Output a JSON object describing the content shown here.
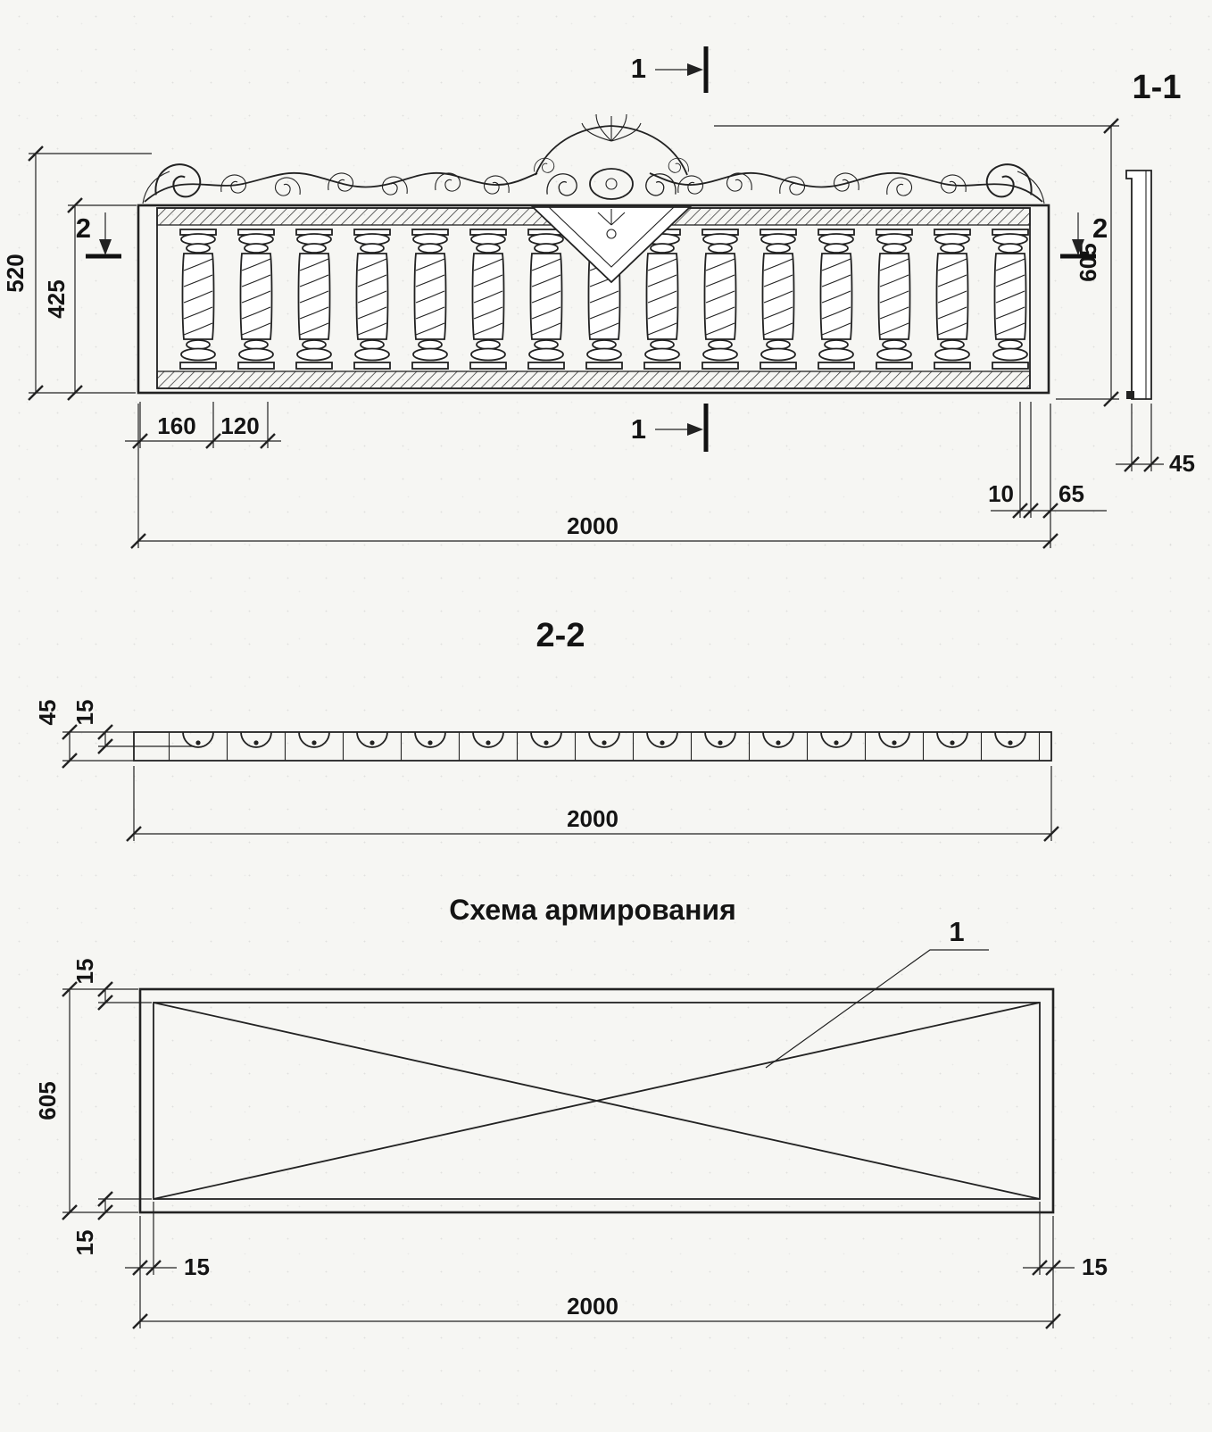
{
  "elevation": {
    "dim_total_height": "520",
    "dim_frame_height": "425",
    "dim_end_offset": "160",
    "dim_baluster_pitch": "120",
    "dim_length": "2000",
    "dim_rail_lip": "10",
    "dim_rail_edge": "65",
    "dim_overall_height": "605",
    "cut_1_top": "1",
    "cut_1_bottom": "1",
    "cut_2_left": "2",
    "cut_2_right": "2"
  },
  "section11": {
    "title": "1-1",
    "dim_thickness": "45"
  },
  "section22": {
    "title": "2-2",
    "dim_thickness": "45",
    "dim_core_offset": "15",
    "dim_length": "2000"
  },
  "reinforcement": {
    "title": "Схема армирования",
    "rebar_mark": "1",
    "dim_height": "605",
    "dim_cover_top": "15",
    "dim_cover_bottom": "15",
    "dim_cover_left": "15",
    "dim_cover_right": "15",
    "dim_length": "2000"
  }
}
